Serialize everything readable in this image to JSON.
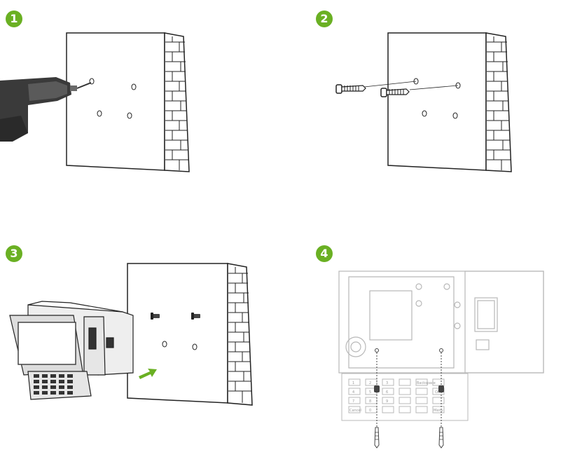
{
  "colors": {
    "badge": "#6ab023",
    "arrow": "#6ab023",
    "line": "#222222",
    "device_dark": "#444444",
    "device_faint": "#b8b8b8"
  },
  "steps": [
    {
      "number": "1",
      "illustration": "drill-holes-icon"
    },
    {
      "number": "2",
      "illustration": "insert-screws-icon"
    },
    {
      "number": "3",
      "illustration": "mount-device-icon"
    },
    {
      "number": "4",
      "illustration": "fasten-bottom-screws-icon"
    }
  ],
  "device": {
    "keypad_keys": [
      "1",
      "2",
      "3",
      "4",
      "5",
      "6",
      "7",
      "8",
      "9",
      "0",
      "Cancel",
      "Menu",
      "Backspace",
      "OK"
    ]
  }
}
